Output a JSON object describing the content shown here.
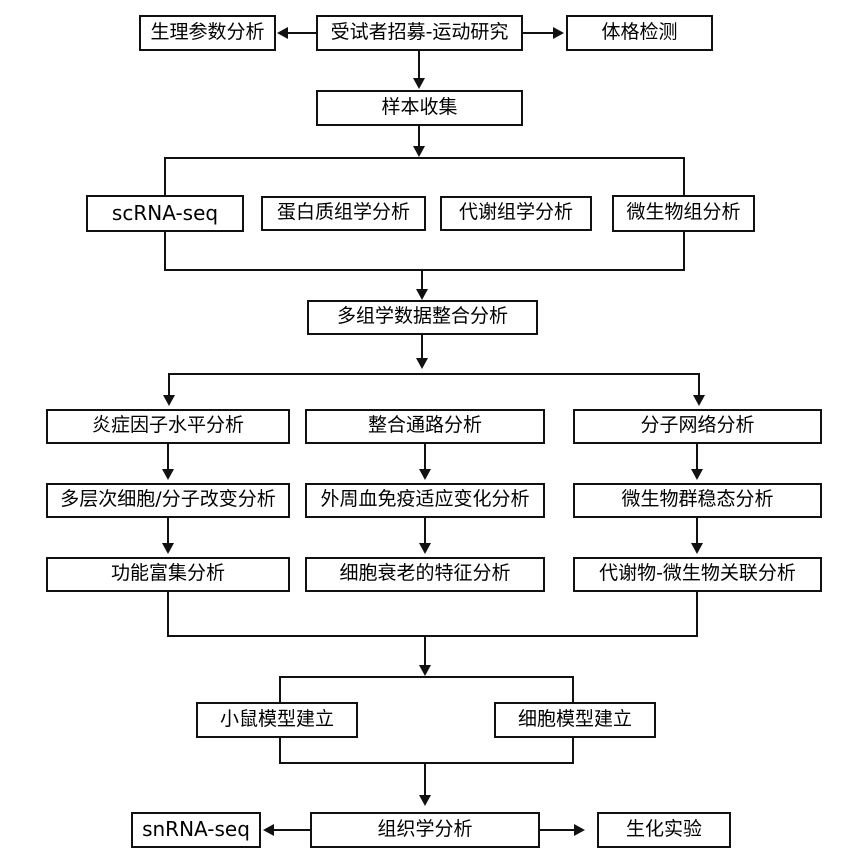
{
  "diagram": {
    "title": "Multi-omics exercise study workflow flowchart",
    "stroke_color": "#111111",
    "background_color": "#ffffff",
    "nodes": {
      "physio_param": "生理参数分析",
      "recruitment": "受试者招募-运动研究",
      "physical_exam": "体格检测",
      "sample_collection": "样本收集",
      "scrna_seq": "scRNA-seq",
      "proteomics": "蛋白质组学分析",
      "metabolomics": "代谢组学分析",
      "microbiome": "微生物组分析",
      "multiomics_integration": "多组学数据整合分析",
      "inflammatory_factor": "炎症因子水平分析",
      "integrated_pathway": "整合通路分析",
      "molecular_network": "分子网络分析",
      "multilevel_cell": "多层次细胞/分子改变分析",
      "peripheral_blood": "外周血免疫适应变化分析",
      "microbiota_homeostasis": "微生物群稳态分析",
      "functional_enrichment": "功能富集分析",
      "cell_senescence": "细胞衰老的特征分析",
      "metabolite_microbe": "代谢物-微生物关联分析",
      "mouse_model": "小鼠模型建立",
      "cell_model": "细胞模型建立",
      "histology": "组织学分析",
      "snrna_seq": "snRNA-seq",
      "biochemical_assay": "生化实验"
    }
  }
}
